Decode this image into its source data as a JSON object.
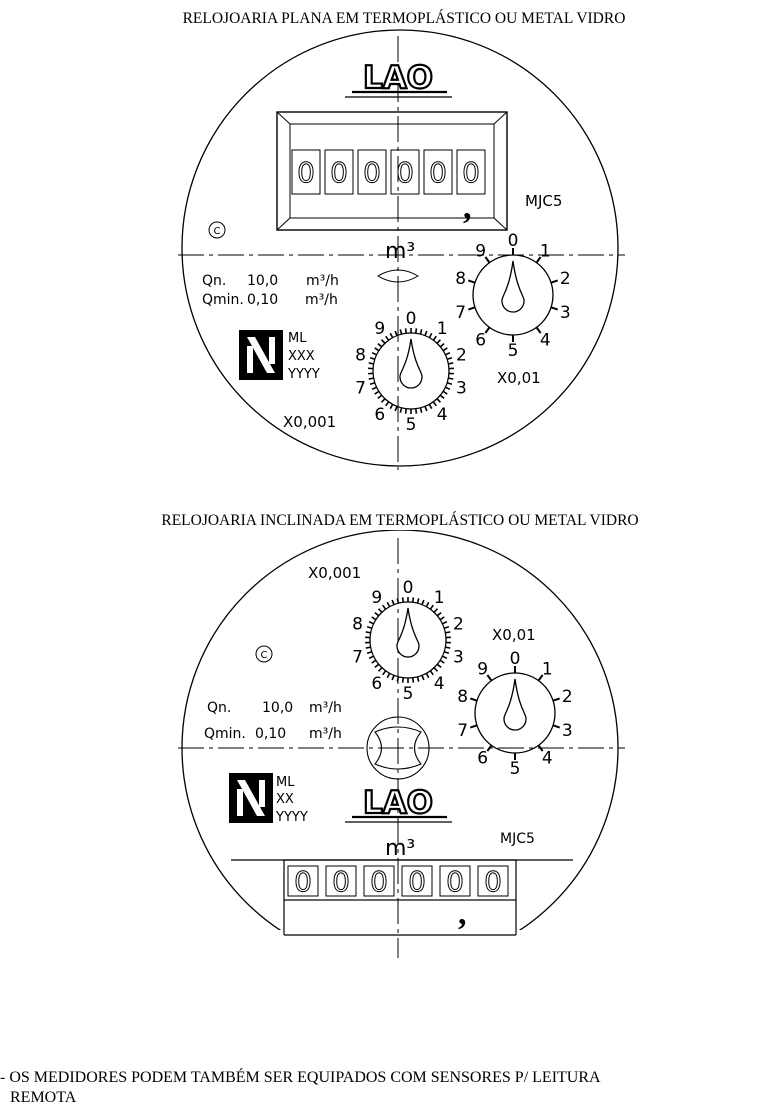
{
  "top": {
    "title": "RELOJOARIA PLANA EM TERMOPLÁSTICO OU METAL VIDRO",
    "logo": "LAO",
    "odometer_digits": [
      "0",
      "0",
      "0",
      "0",
      "0",
      "0"
    ],
    "decimal_comma": ",",
    "model": "MJC5",
    "copyright": "©",
    "unit": "m³",
    "qn_label": "Qn.",
    "qn_value": "10,0",
    "qn_unit": "m³/h",
    "qmin_label": "Qmin.",
    "qmin_value": "0,10",
    "qmin_unit": "m³/h",
    "inmetro": {
      "line1": "ML",
      "line2": "XXX",
      "line3": "YYYY"
    },
    "dial_x001": {
      "label": "X0,001",
      "numbers": [
        "0",
        "1",
        "2",
        "3",
        "4",
        "5",
        "6",
        "7",
        "8",
        "9"
      ]
    },
    "dial_x01": {
      "label": "X0,01",
      "numbers": [
        "0",
        "1",
        "2",
        "3",
        "4",
        "5",
        "6",
        "7",
        "8",
        "9"
      ]
    }
  },
  "bottom": {
    "title": "RELOJOARIA INCLINADA EM TERMOPLÁSTICO OU METAL VIDRO",
    "logo": "LAO",
    "odometer_digits": [
      "0",
      "0",
      "0",
      "0",
      "0",
      "0"
    ],
    "decimal_comma": ",",
    "model": "MJC5",
    "copyright": "©",
    "unit": "m³",
    "qn_label": "Qn.",
    "qn_value": "10,0",
    "qn_unit": "m³/h",
    "qmin_label": "Qmin.",
    "qmin_value": "0,10",
    "qmin_unit": "m³/h",
    "inmetro": {
      "line1": "ML",
      "line2": "XX",
      "line3": "YYYY"
    },
    "dial_x001": {
      "label": "X0,001",
      "numbers": [
        "0",
        "1",
        "2",
        "3",
        "4",
        "5",
        "6",
        "7",
        "8",
        "9"
      ]
    },
    "dial_x01": {
      "label": "X0,01",
      "numbers": [
        "0",
        "1",
        "2",
        "3",
        "4",
        "5",
        "6",
        "7",
        "8",
        "9"
      ]
    }
  },
  "note": {
    "line1": "- OS MEDIDORES PODEM TAMBÉM SER EQUIPADOS COM SENSORES P/ LEITURA",
    "line2": "REMOTA"
  }
}
